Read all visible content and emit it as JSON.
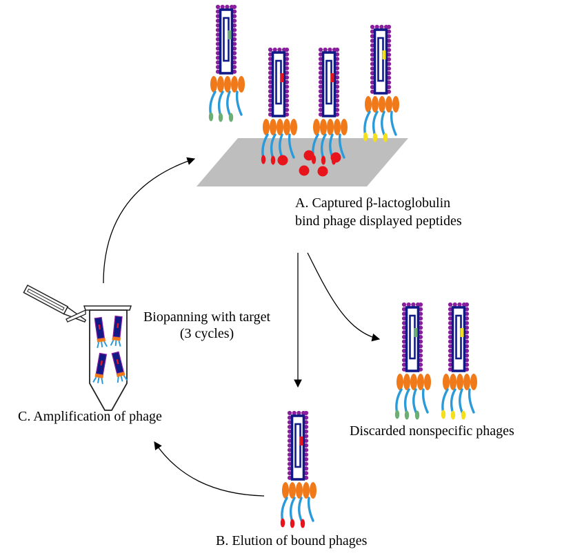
{
  "labels": {
    "captured_line1": "A. Captured β-lactoglobulin",
    "captured_line2": "bind phage displayed peptides",
    "biopanning_line1": "Biopanning with target",
    "biopanning_line2": "(3 cycles)",
    "amplification": "C. Amplification of phage",
    "discarded": "Discarded nonspecific phages",
    "elution": "B. Elution of bound phages"
  },
  "colors": {
    "phage_navy": "#0f1a86",
    "capsid_dots": "#8a1f9e",
    "base_orange": "#f07a1a",
    "tail_blue": "#2a9ad8",
    "plate_grey": "#bebebe",
    "peptide_green": "#6cae73",
    "peptide_red": "#e8141c",
    "peptide_yellow": "#f3e01a",
    "target_red": "#e8141c"
  },
  "phages": {
    "top": [
      {
        "peptide": "green",
        "tips": "green"
      },
      {
        "peptide": "red",
        "tips": "red"
      },
      {
        "peptide": "red",
        "tips": "red"
      },
      {
        "peptide": "yellow",
        "tips": "yellow"
      }
    ],
    "discarded": [
      {
        "peptide": "green",
        "tips": "green"
      },
      {
        "peptide": "yellow",
        "tips": "yellow"
      }
    ],
    "eluted": [
      {
        "peptide": "red",
        "tips": "red"
      }
    ]
  },
  "icons": [
    "target-plate",
    "microcentrifuge-tube-icon",
    "pipette-icon",
    "cycle-arrow"
  ]
}
